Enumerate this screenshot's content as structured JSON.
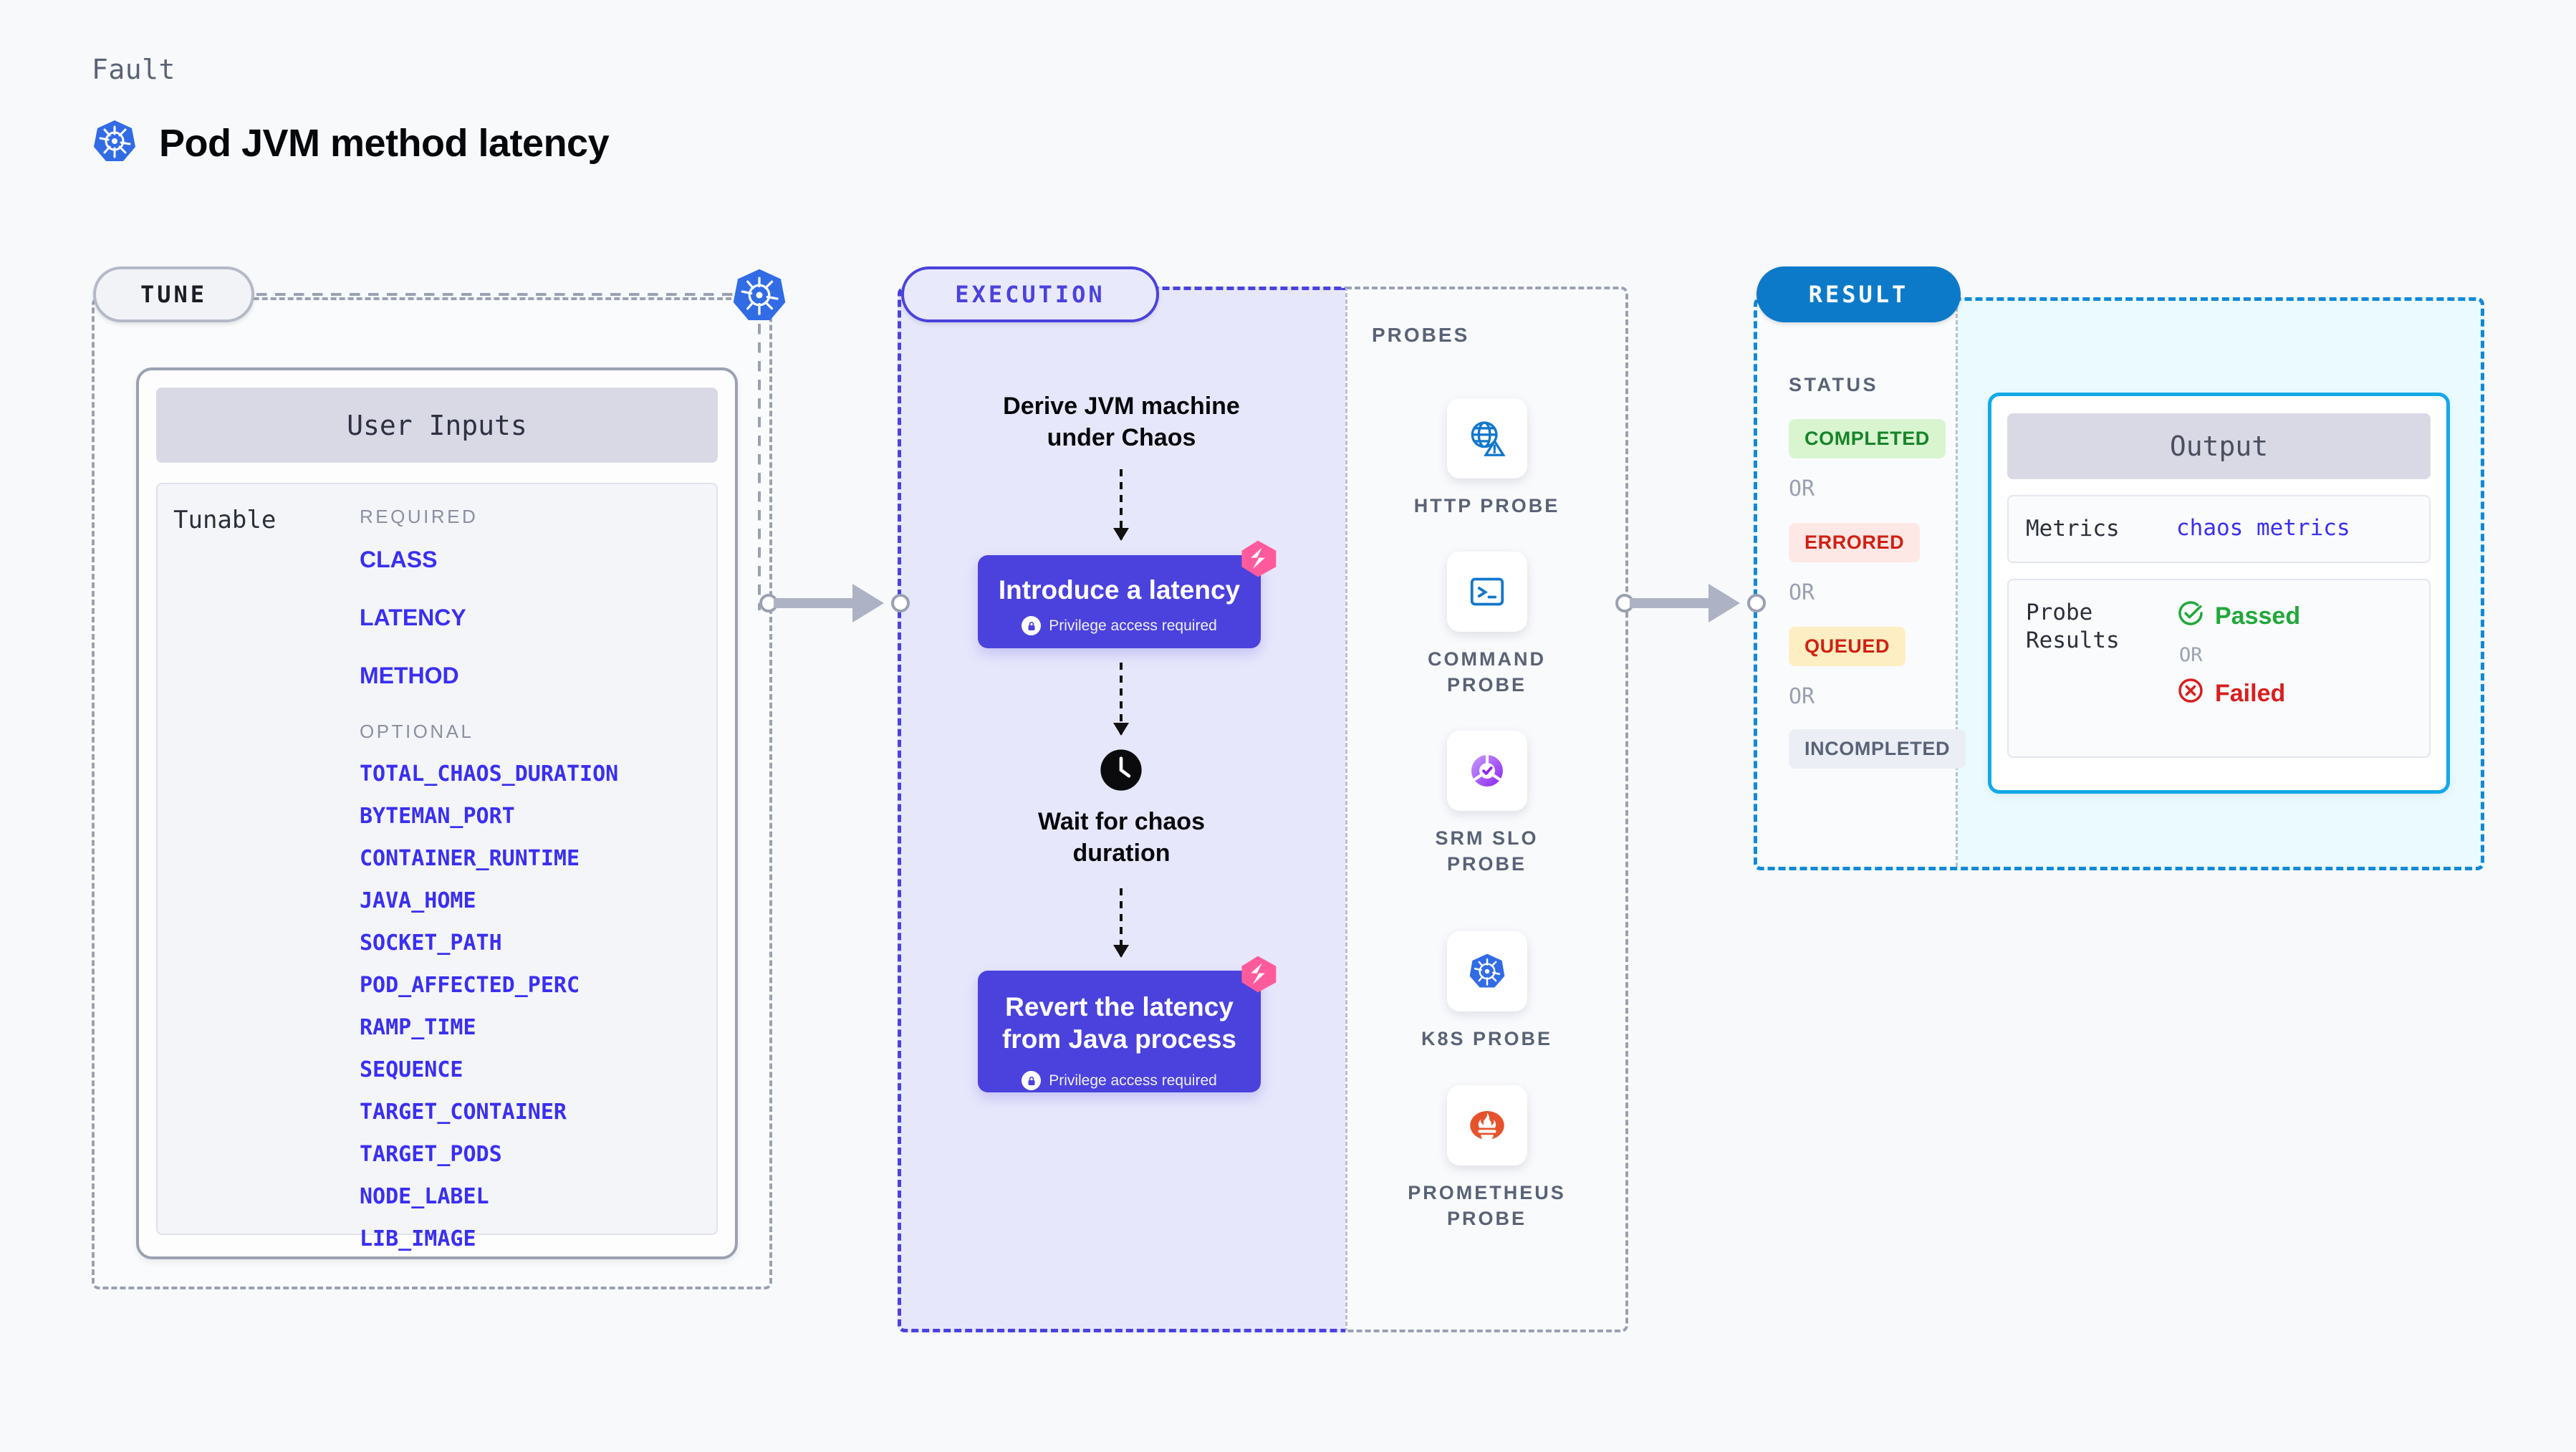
{
  "header": {
    "kicker": "Fault",
    "title": "Pod JVM method latency",
    "icon": "kubernetes-icon"
  },
  "stages": {
    "tune": "TUNE",
    "execution": "EXECUTION",
    "result": "RESULT"
  },
  "tune": {
    "card_title": "User Inputs",
    "tunable_label": "Tunable",
    "required_label": "REQUIRED",
    "optional_label": "OPTIONAL",
    "required": [
      "CLASS",
      "LATENCY",
      "METHOD"
    ],
    "optional": [
      "TOTAL_CHAOS_DURATION",
      "BYTEMAN_PORT",
      "CONTAINER_RUNTIME",
      "JAVA_HOME",
      "SOCKET_PATH",
      "POD_AFFECTED_PERC",
      "RAMP_TIME",
      "SEQUENCE",
      "TARGET_CONTAINER",
      "TARGET_PODS",
      "NODE_LABEL",
      "LIB_IMAGE"
    ]
  },
  "execution": {
    "step1": "Derive JVM machine\nunder Chaos",
    "box1_title": "Introduce a latency",
    "box1_sub": "Privilege access required",
    "step2": "Wait for chaos\nduration",
    "box2_title": "Revert the latency\nfrom Java process",
    "box2_sub": "Privilege access required"
  },
  "probes": {
    "label": "PROBES",
    "items": [
      {
        "name": "HTTP PROBE",
        "icon": "globe-warning-icon"
      },
      {
        "name": "COMMAND\nPROBE",
        "icon": "terminal-icon"
      },
      {
        "name": "SRM SLO\nPROBE",
        "icon": "srm-slo-icon"
      },
      {
        "name": "K8S PROBE",
        "icon": "kubernetes-icon"
      },
      {
        "name": "PROMETHEUS\nPROBE",
        "icon": "prometheus-icon"
      }
    ]
  },
  "result": {
    "status_label": "STATUS",
    "or": "OR",
    "statuses": [
      {
        "label": "COMPLETED",
        "bg": "#d8f5d0",
        "fg": "#17842a"
      },
      {
        "label": "ERRORED",
        "bg": "#fde8e6",
        "fg": "#cf2113"
      },
      {
        "label": "QUEUED",
        "bg": "#fdeec3",
        "fg": "#cf2113"
      },
      {
        "label": "INCOMPLETED",
        "bg": "#eceef5",
        "fg": "#5a6276"
      }
    ],
    "output": {
      "title": "Output",
      "metrics_key": "Metrics",
      "metrics_value": "chaos metrics",
      "probe_results_key": "Probe\nResults",
      "passed": "Passed",
      "failed": "Failed",
      "or": "OR"
    }
  },
  "colors": {
    "accent_purple": "#4b42dd",
    "accent_blue": "#0d7ac9",
    "cyan": "#12a9e8",
    "param_link": "#3a2ff0",
    "harness_pink": "#ff5b9c"
  }
}
